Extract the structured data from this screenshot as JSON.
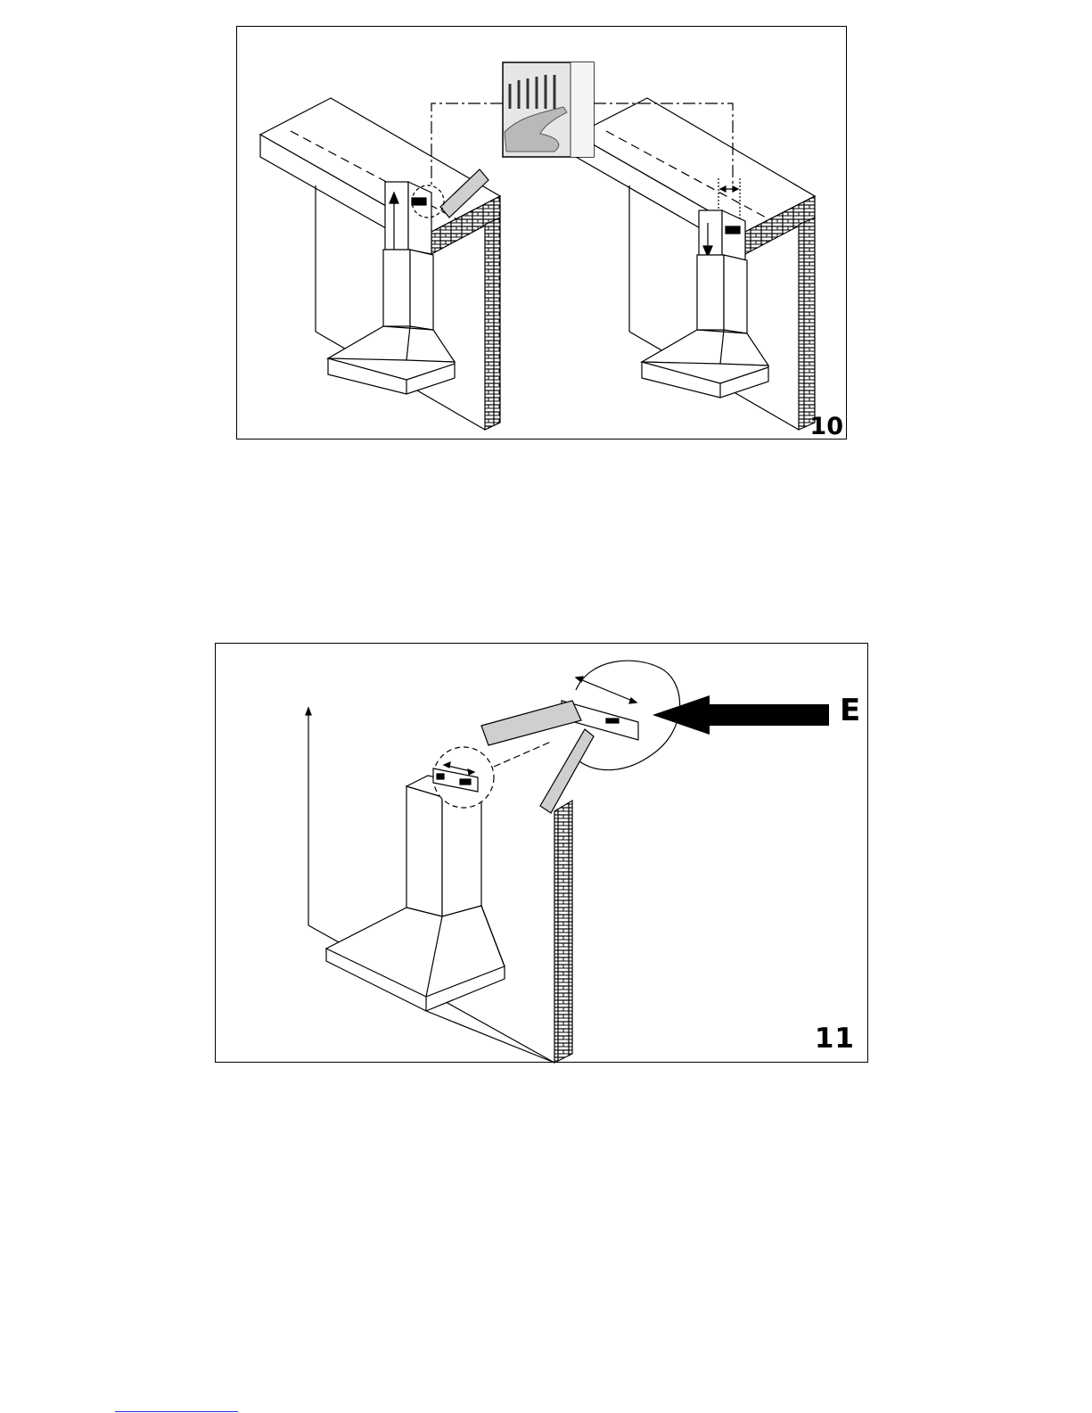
{
  "figures": [
    {
      "number": "10"
    },
    {
      "number": "11",
      "callout": "E"
    }
  ],
  "colors": {
    "line": "#000000",
    "highlight": "#cfcfcf",
    "rule": "#2a2ad0"
  }
}
